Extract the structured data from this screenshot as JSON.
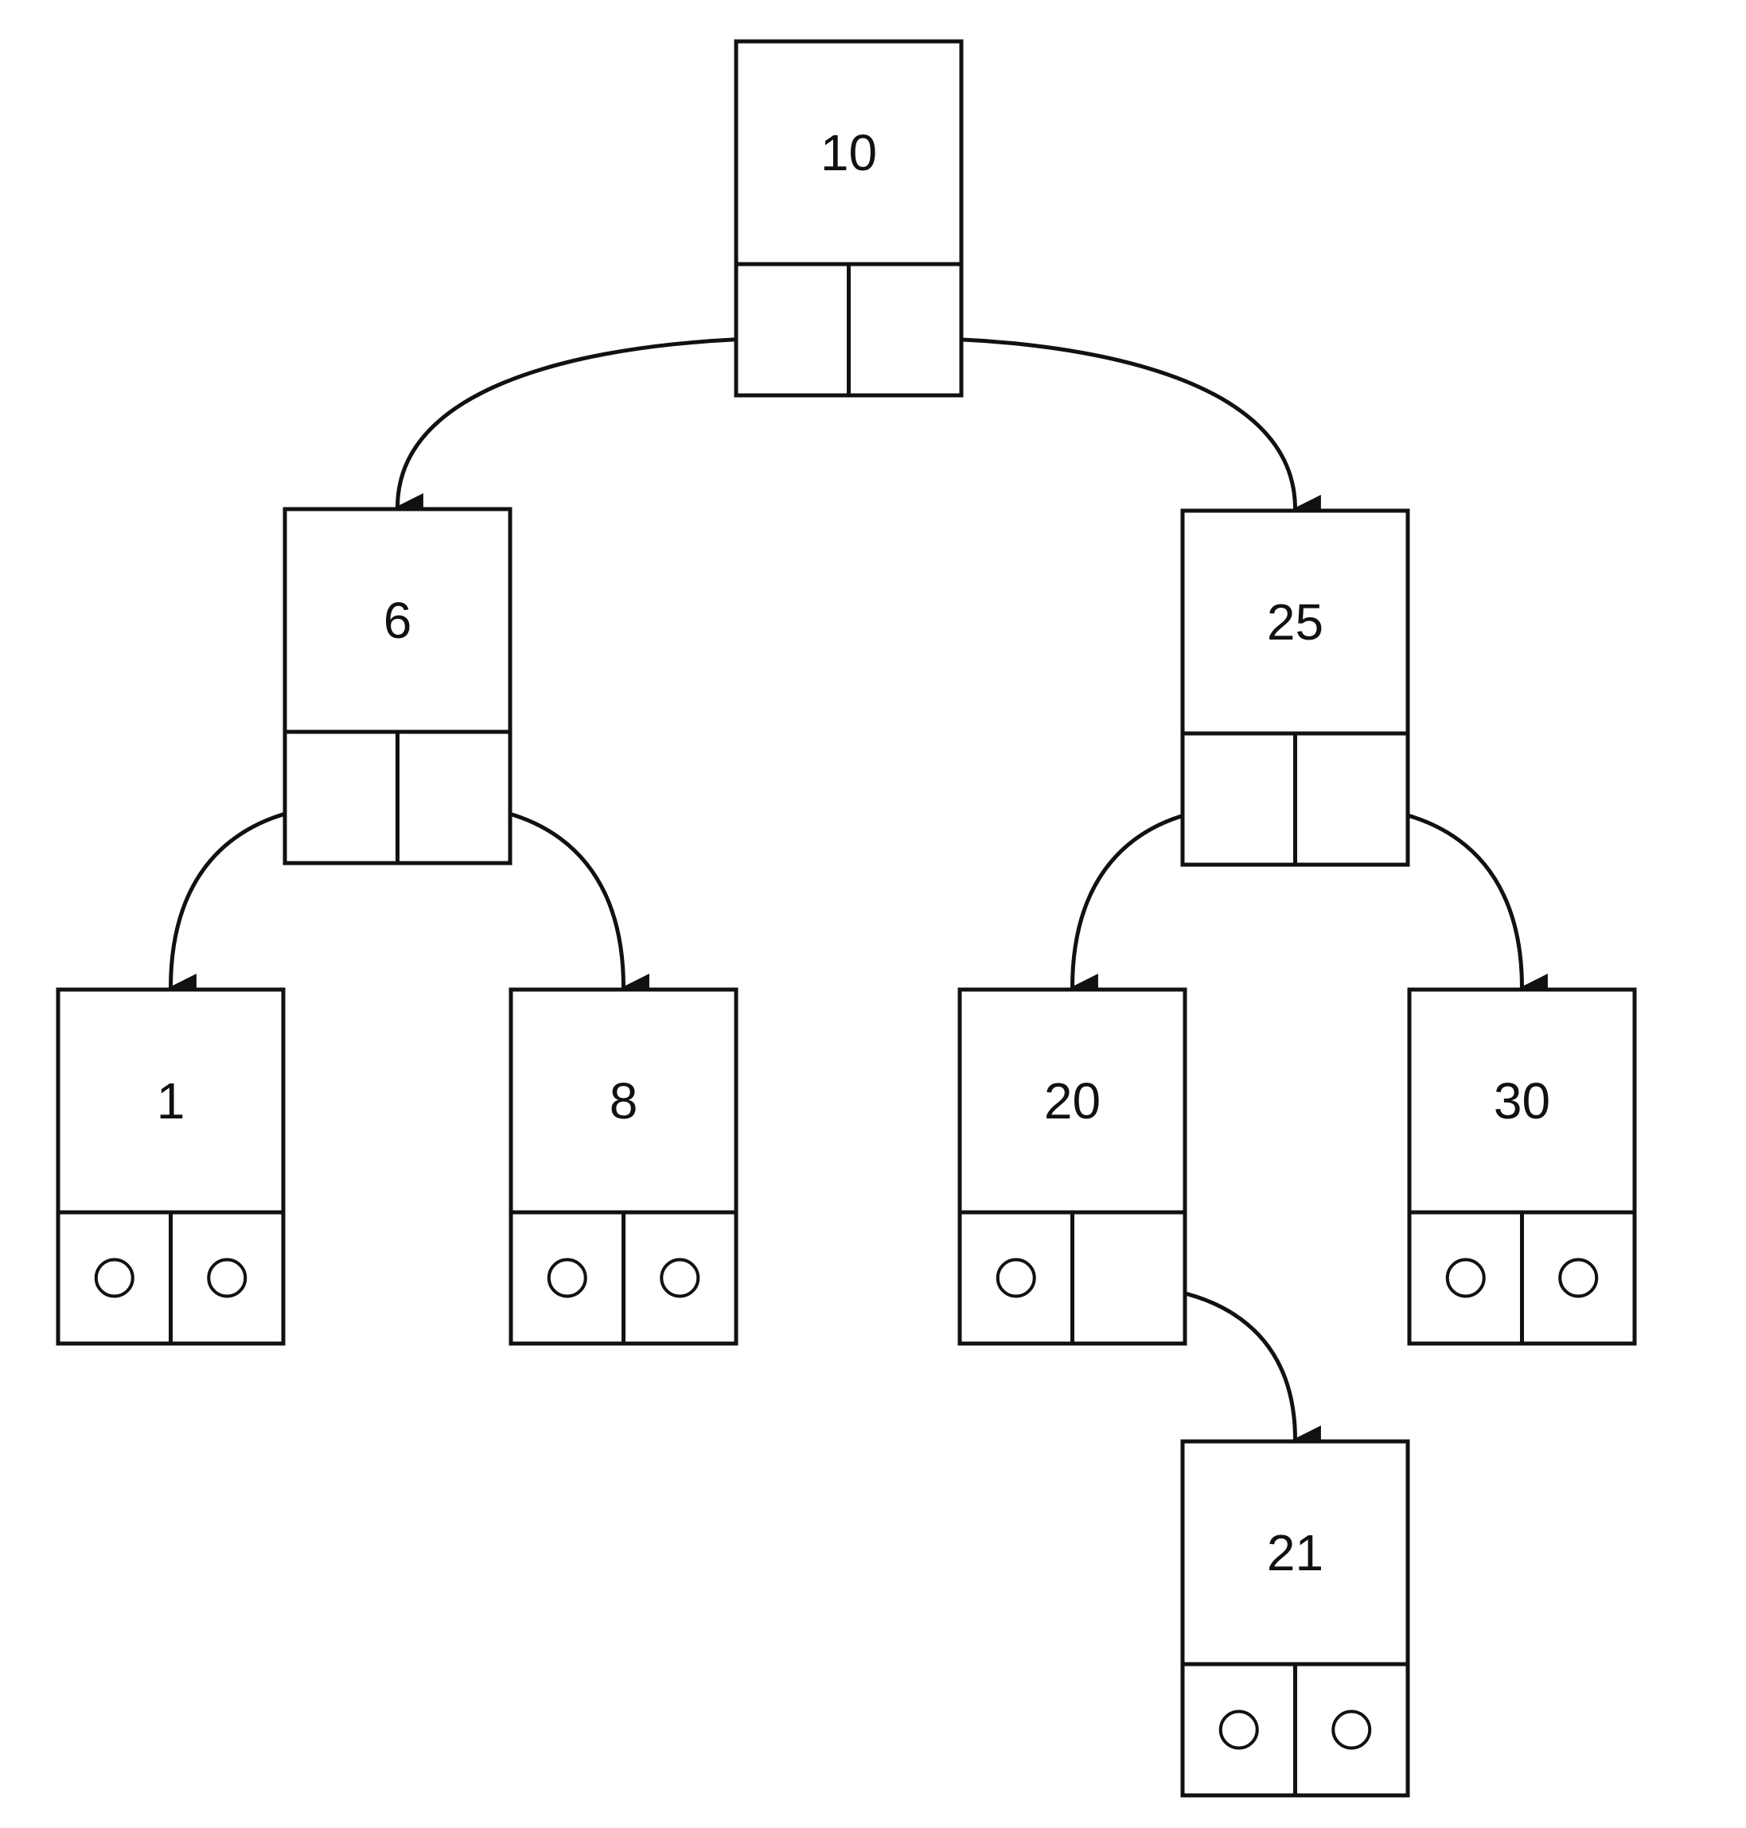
{
  "nodes": [
    {
      "id": "n10",
      "label": "10",
      "left_child": "n6",
      "right_child": "n25"
    },
    {
      "id": "n6",
      "label": "6",
      "left_child": "n1",
      "right_child": "n8"
    },
    {
      "id": "n25",
      "label": "25",
      "left_child": "n20",
      "right_child": "n30"
    },
    {
      "id": "n1",
      "label": "1",
      "left_child": null,
      "right_child": null
    },
    {
      "id": "n8",
      "label": "8",
      "left_child": null,
      "right_child": null
    },
    {
      "id": "n20",
      "label": "20",
      "left_child": null,
      "right_child": "n21"
    },
    {
      "id": "n30",
      "label": "30",
      "left_child": null,
      "right_child": null
    },
    {
      "id": "n21",
      "label": "21",
      "left_child": null,
      "right_child": null
    }
  ]
}
